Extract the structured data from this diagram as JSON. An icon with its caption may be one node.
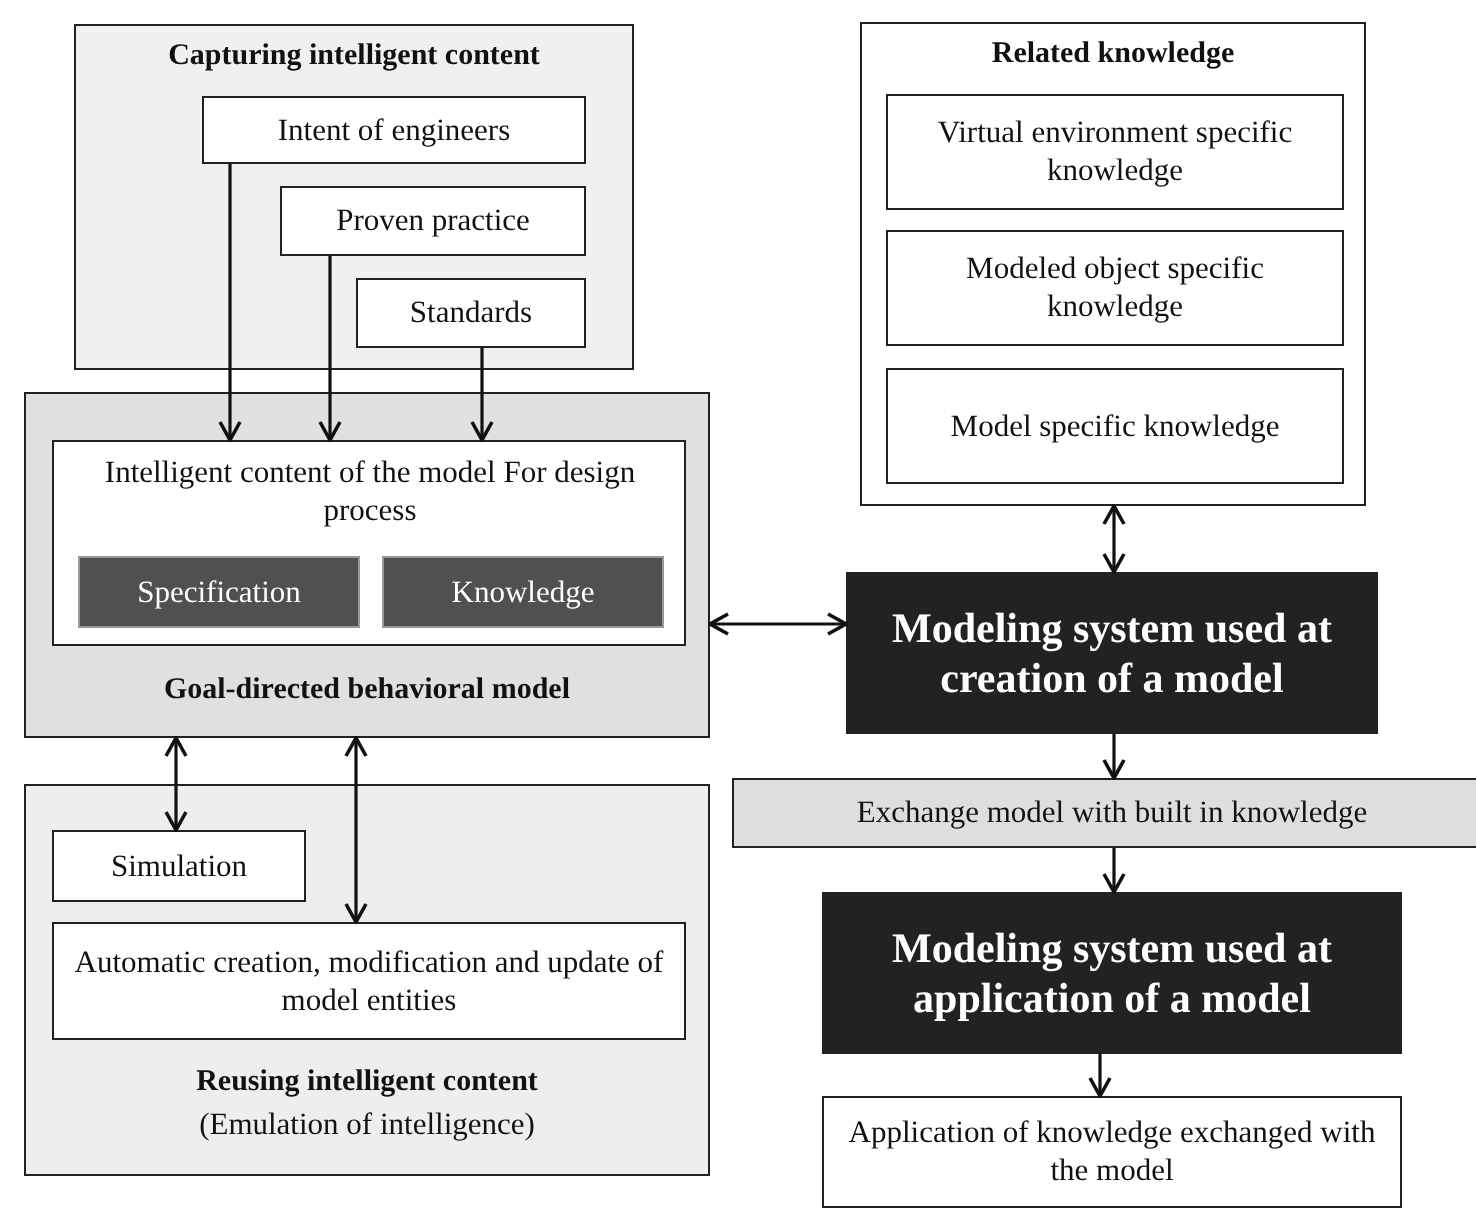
{
  "diagram": {
    "nodes": [
      {
        "text": [
          "Capturing intelligent content"
        ]
      },
      {
        "text": [
          "Intent of engineers"
        ],
        "in": 0
      },
      {
        "text": [
          "Proven practice"
        ],
        "in": 0
      },
      {
        "text": [
          "Standards"
        ],
        "in": 0
      },
      {
        "text": [
          "Goal-directed behavioral model"
        ]
      },
      {
        "text": [
          "Intelligent content of the model For design process"
        ],
        "in": 4
      },
      {
        "text": [
          "Specification"
        ],
        "in": 5
      },
      {
        "text": [
          "Knowledge"
        ],
        "in": 5
      },
      {
        "text": [
          "Reusing intelligent content",
          "(Emulation of intelligence)"
        ]
      },
      {
        "text": [
          "Simulation"
        ],
        "in": 8
      },
      {
        "text": [
          "Automatic creation, modification and update of model entities"
        ],
        "in": 8
      },
      {
        "text": [
          "Related knowledge"
        ]
      },
      {
        "text": [
          "Virtual environment specific knowledge"
        ],
        "in": 11
      },
      {
        "text": [
          "Modeled object specific knowledge"
        ],
        "in": 11
      },
      {
        "text": [
          "Model specific knowledge"
        ],
        "in": 11
      },
      {
        "text": [
          "Modeling system used at creation of a model"
        ]
      },
      {
        "text": [
          "Exchange model with built in knowledge"
        ]
      },
      {
        "text": [
          "Modeling system used at application of a model"
        ]
      },
      {
        "text": [
          "Application of knowledge exchanged with the model"
        ]
      }
    ],
    "edges": [
      {
        "from": 1,
        "to": 5,
        "arrow": "to"
      },
      {
        "from": 2,
        "to": 5,
        "arrow": "to"
      },
      {
        "from": 3,
        "to": 5,
        "arrow": "to"
      },
      {
        "from": 4,
        "to": 9,
        "arrow": "both"
      },
      {
        "from": 4,
        "to": 10,
        "arrow": "both"
      },
      {
        "from": 4,
        "to": 15,
        "arrow": "both"
      },
      {
        "from": 11,
        "to": 15,
        "arrow": "both"
      },
      {
        "from": 15,
        "to": 16,
        "arrow": "to"
      },
      {
        "from": 16,
        "to": 17,
        "arrow": "to"
      },
      {
        "from": 17,
        "to": 18,
        "arrow": "to"
      }
    ]
  }
}
